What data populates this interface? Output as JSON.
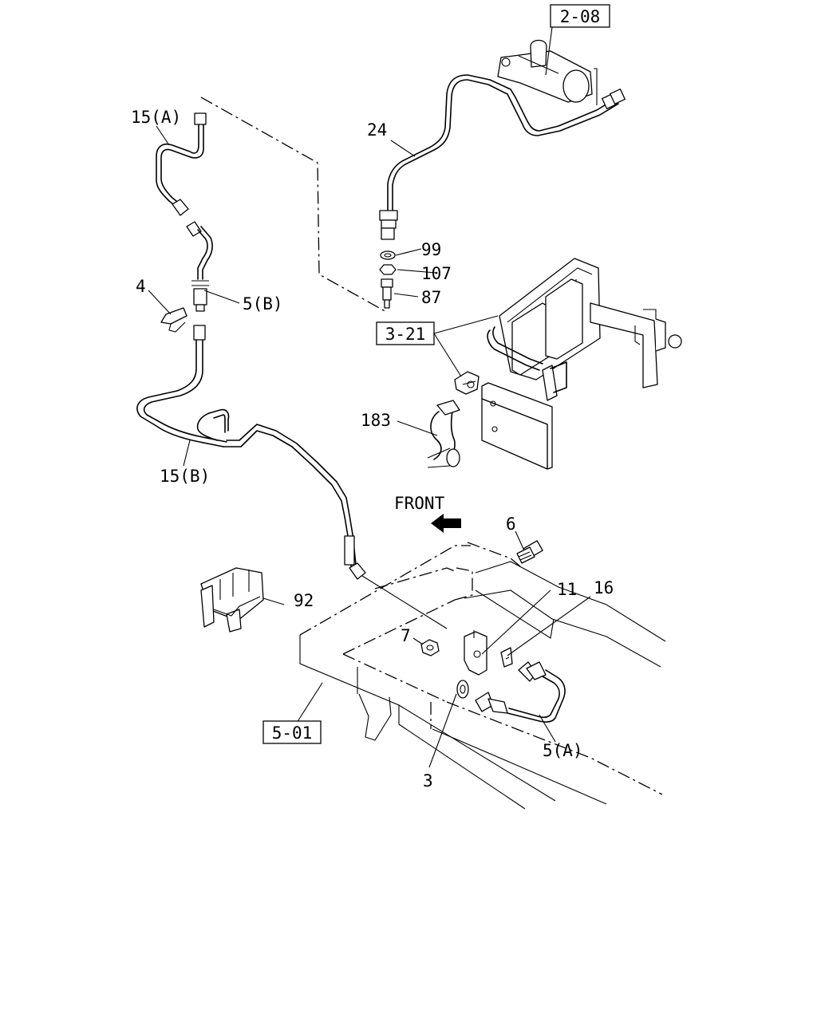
{
  "callouts": {
    "ref_2_08": "2-08",
    "part_15a": "15(A)",
    "part_24": "24",
    "part_99": "99",
    "part_107": "107",
    "part_87": "87",
    "part_4": "4",
    "part_5b": "5(B)",
    "ref_3_21": "3-21",
    "part_183": "183",
    "part_15b": "15(B)",
    "front_label": "FRONT",
    "part_6": "6",
    "part_11": "11",
    "part_16": "16",
    "part_92": "92",
    "part_7": "7",
    "ref_5_01": "5-01",
    "part_5a": "5(A)",
    "part_3": "3"
  }
}
